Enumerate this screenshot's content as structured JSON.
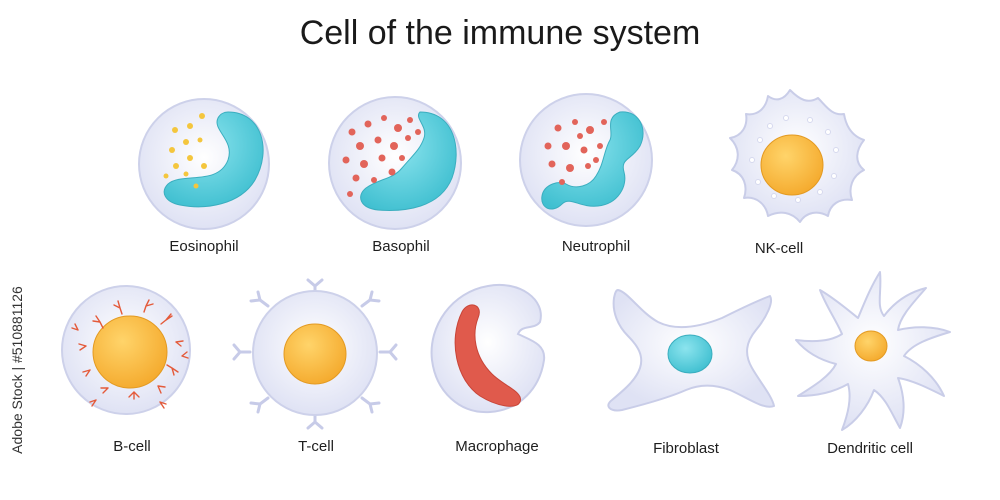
{
  "title": "Cell of the immune system",
  "cells": [
    {
      "id": "eosinophil",
      "label": "Eosinophil"
    },
    {
      "id": "basophil",
      "label": "Basophil"
    },
    {
      "id": "neutrophil",
      "label": "Neutrophil"
    },
    {
      "id": "nk-cell",
      "label": "NK-cell"
    },
    {
      "id": "b-cell",
      "label": "B-cell"
    },
    {
      "id": "t-cell",
      "label": "T-cell"
    },
    {
      "id": "macrophage",
      "label": "Macrophage"
    },
    {
      "id": "fibroblast",
      "label": "Fibroblast"
    },
    {
      "id": "dendritic-cell",
      "label": "Dendritic cell"
    }
  ],
  "watermark": "Adobe Stock | #510881126",
  "colors": {
    "membrane": "#eceef9",
    "membrane_stroke": "#c9cde8",
    "nucleus_blue": "#5fcfdc",
    "nucleus_orange": "#f7b83a",
    "granule_red": "#e2645a",
    "granule_yellow": "#f4c63d",
    "macrophage_red": "#e05a4c",
    "receptor_red": "#e45a3a"
  }
}
